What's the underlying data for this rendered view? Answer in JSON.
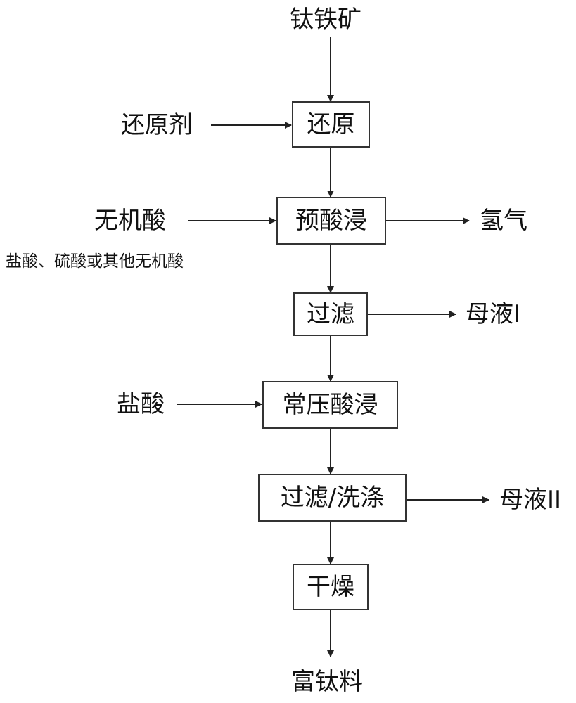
{
  "diagram": {
    "nodes": {
      "ilmenite": "钛铁矿",
      "reducing_agent": "还原剂",
      "reduction": "还原",
      "inorganic_acid": "无机酸",
      "acid_note": "盐酸、硫酸或其他无机酸",
      "pre_acid_leach": "预酸浸",
      "hydrogen": "氢气",
      "filtration": "过滤",
      "mother_liquor_1": "母液I",
      "hydrochloric_acid": "盐酸",
      "atmospheric_acid_leach": "常压酸浸",
      "filtration_washing": "过滤/洗涤",
      "mother_liquor_2": "母液II",
      "drying": "干燥",
      "titanium_rich_material": "富钛料"
    },
    "colors": {
      "line": "#222222",
      "box_border": "#333333",
      "text": "#111111"
    }
  }
}
